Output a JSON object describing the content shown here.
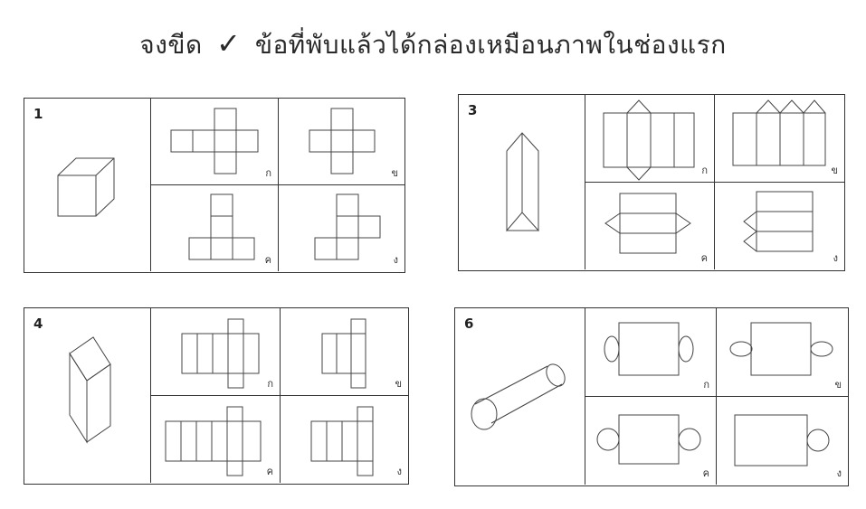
{
  "title": {
    "before": "จงขีด",
    "check": "✓",
    "after": "ข้อที่พับแล้วได้กล่องเหมือนภาพในช่องแรก"
  },
  "questions": [
    {
      "number": "1",
      "shape_icon": "cube-icon",
      "options": [
        {
          "label": "ก"
        },
        {
          "label": "ข"
        },
        {
          "label": "ค"
        },
        {
          "label": "ง"
        }
      ]
    },
    {
      "number": "3",
      "shape_icon": "triangular-prism-icon",
      "options": [
        {
          "label": "ก"
        },
        {
          "label": "ข"
        },
        {
          "label": "ค"
        },
        {
          "label": "ง"
        }
      ]
    },
    {
      "number": "4",
      "shape_icon": "rectangular-prism-icon",
      "options": [
        {
          "label": "ก"
        },
        {
          "label": "ข"
        },
        {
          "label": "ค"
        },
        {
          "label": "ง"
        }
      ]
    },
    {
      "number": "6",
      "shape_icon": "cylinder-icon",
      "options": [
        {
          "label": "ก"
        },
        {
          "label": "ข"
        },
        {
          "label": "ค"
        },
        {
          "label": "ง"
        }
      ]
    }
  ]
}
